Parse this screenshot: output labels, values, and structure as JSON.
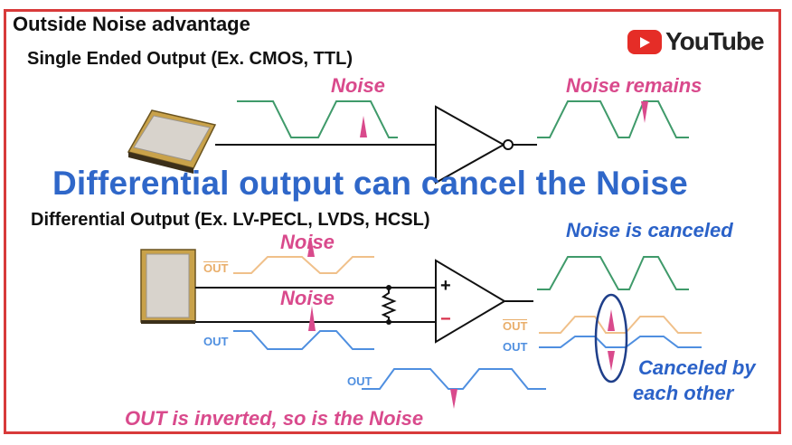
{
  "title": "Outside Noise advantage",
  "single_ended_label": "Single Ended Output (Ex. CMOS, TTL)",
  "differential_label": "Differential Output (Ex. LV-PECL, LVDS, HCSL)",
  "headline": "Differential output can cancel the Noise",
  "noise_label": "Noise",
  "noise_remains_label": "Noise remains",
  "noise_canceled_label": "Noise is canceled",
  "canceled_by_line1": "Canceled by",
  "canceled_by_line2": "each other",
  "inverted_note": "OUT is inverted, so is the Noise",
  "out_bar_label": "OUT",
  "out_label": "OUT",
  "plus_sign": "+",
  "minus_sign": "−",
  "youtube_logo": "YouTube",
  "colors": {
    "frame": "#d83a3a",
    "green_wave": "#3f9a6a",
    "orange_wave": "#f0c08a",
    "blue_wave": "#4f8fe0",
    "noise_spike": "#d94a8c",
    "headline": "#2f67c9"
  }
}
